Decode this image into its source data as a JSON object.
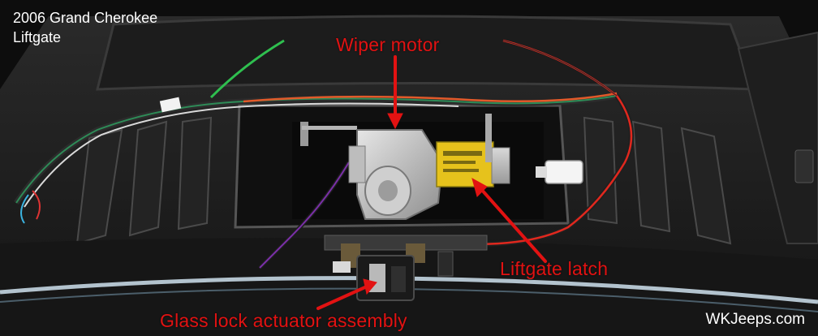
{
  "caption": {
    "line1": "2006 Grand Cherokee",
    "line2": "Liftgate"
  },
  "labels": {
    "wiper_motor": "Wiper motor",
    "liftgate_latch": "Liftgate latch",
    "glass_lock": "Glass lock actuator assembly"
  },
  "watermark": "WKJeeps.com",
  "colors": {
    "label_red": "#e21212",
    "caption_white": "#ffffff"
  }
}
